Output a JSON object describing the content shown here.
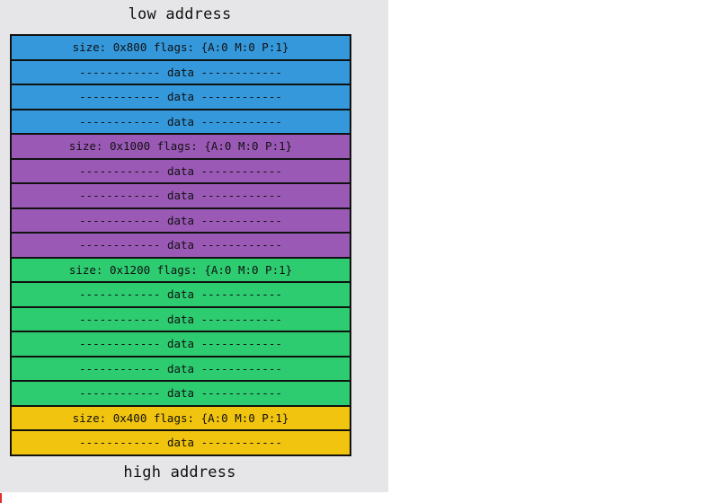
{
  "labels": {
    "top": "low address",
    "bottom": "high address"
  },
  "data_row_text": "------------ data ------------",
  "chunks": [
    {
      "header": "size: 0x800 flags: {A:0 M:0 P:1}",
      "color": "#3498db",
      "data_rows": 3
    },
    {
      "header": "size: 0x1000 flags: {A:0 M:0 P:1}",
      "color": "#9b59b6",
      "data_rows": 4
    },
    {
      "header": "size: 0x1200 flags: {A:0 M:0 P:1}",
      "color": "#2ecc71",
      "data_rows": 5
    },
    {
      "header": "size: 0x400 flags: {A:0 M:0 P:1}",
      "color": "#f1c40f",
      "data_rows": 1
    }
  ]
}
